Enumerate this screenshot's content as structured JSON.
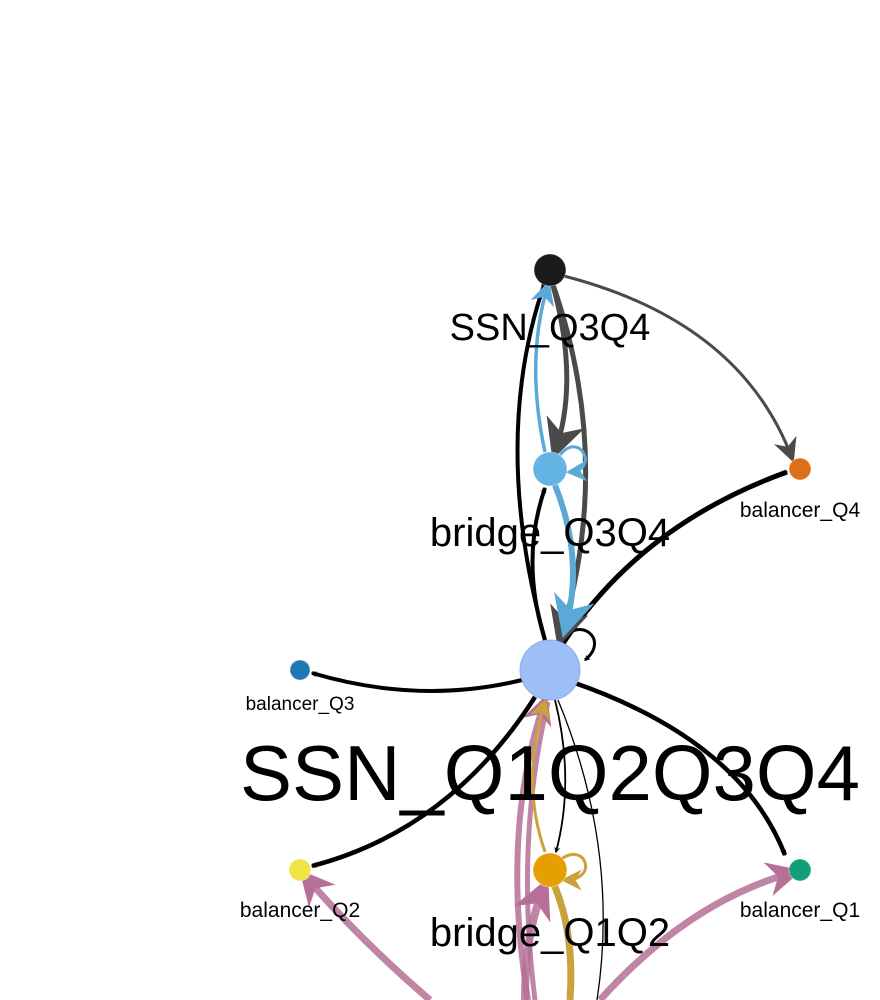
{
  "nodes": [
    {
      "id": "ssn_q3q4",
      "label": "SSN_Q3Q4",
      "color": "#1a1a1a"
    },
    {
      "id": "bridge_q3q4",
      "label": "bridge_Q3Q4",
      "color": "#63b3e4"
    },
    {
      "id": "balancer_q4",
      "label": "balancer_Q4",
      "color": "#dd6f16"
    },
    {
      "id": "ssn_q1q2q3q4",
      "label": "SSN_Q1Q2Q3Q4",
      "color": "#9dbff7"
    },
    {
      "id": "balancer_q3",
      "label": "balancer_Q3",
      "color": "#1f78b4"
    },
    {
      "id": "balancer_q2",
      "label": "balancer_Q2",
      "color": "#f0e442"
    },
    {
      "id": "bridge_q1q2",
      "label": "bridge_Q1Q2",
      "color": "#e69f00"
    },
    {
      "id": "balancer_q1",
      "label": "balancer_Q1",
      "color": "#119e78"
    }
  ],
  "edge_colors": {
    "black": "#000000",
    "dark_gray": "#4a4a4a",
    "light_blue": "#5aa9d6",
    "gold": "#c9a23c",
    "mauve": "#b56f98"
  }
}
